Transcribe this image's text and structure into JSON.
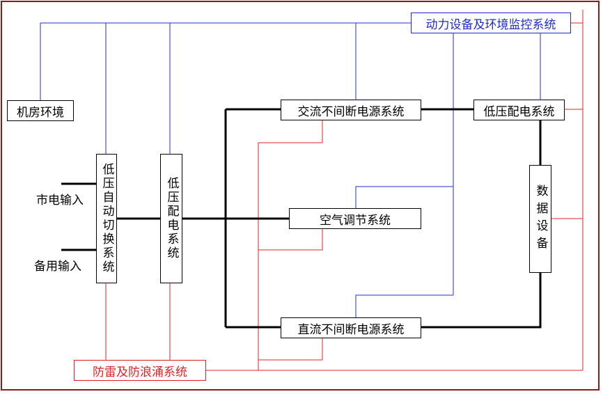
{
  "nodes": {
    "monitoring": "动力设备及环境监控系统",
    "room_environment": "机房环境",
    "ac_ups": "交流不间断电源系统",
    "lv_distribution_right": "低压配电系统",
    "ats": "低压自动切换系统",
    "lv_distribution_vertical": "低压配电系统",
    "air_conditioning": "空气调节系统",
    "data_equipment": "数据设备",
    "dc_ups": "直流不间断电源系统",
    "lightning_protection": "防雷及防浪涌系统"
  },
  "inputs": {
    "mains": "市电输入",
    "backup": "备用输入"
  },
  "colors": {
    "frame": "#8b1a1a",
    "monitoring_lines": "#1f2bd0",
    "protection_lines": "#e32020",
    "power_lines": "#000000"
  }
}
